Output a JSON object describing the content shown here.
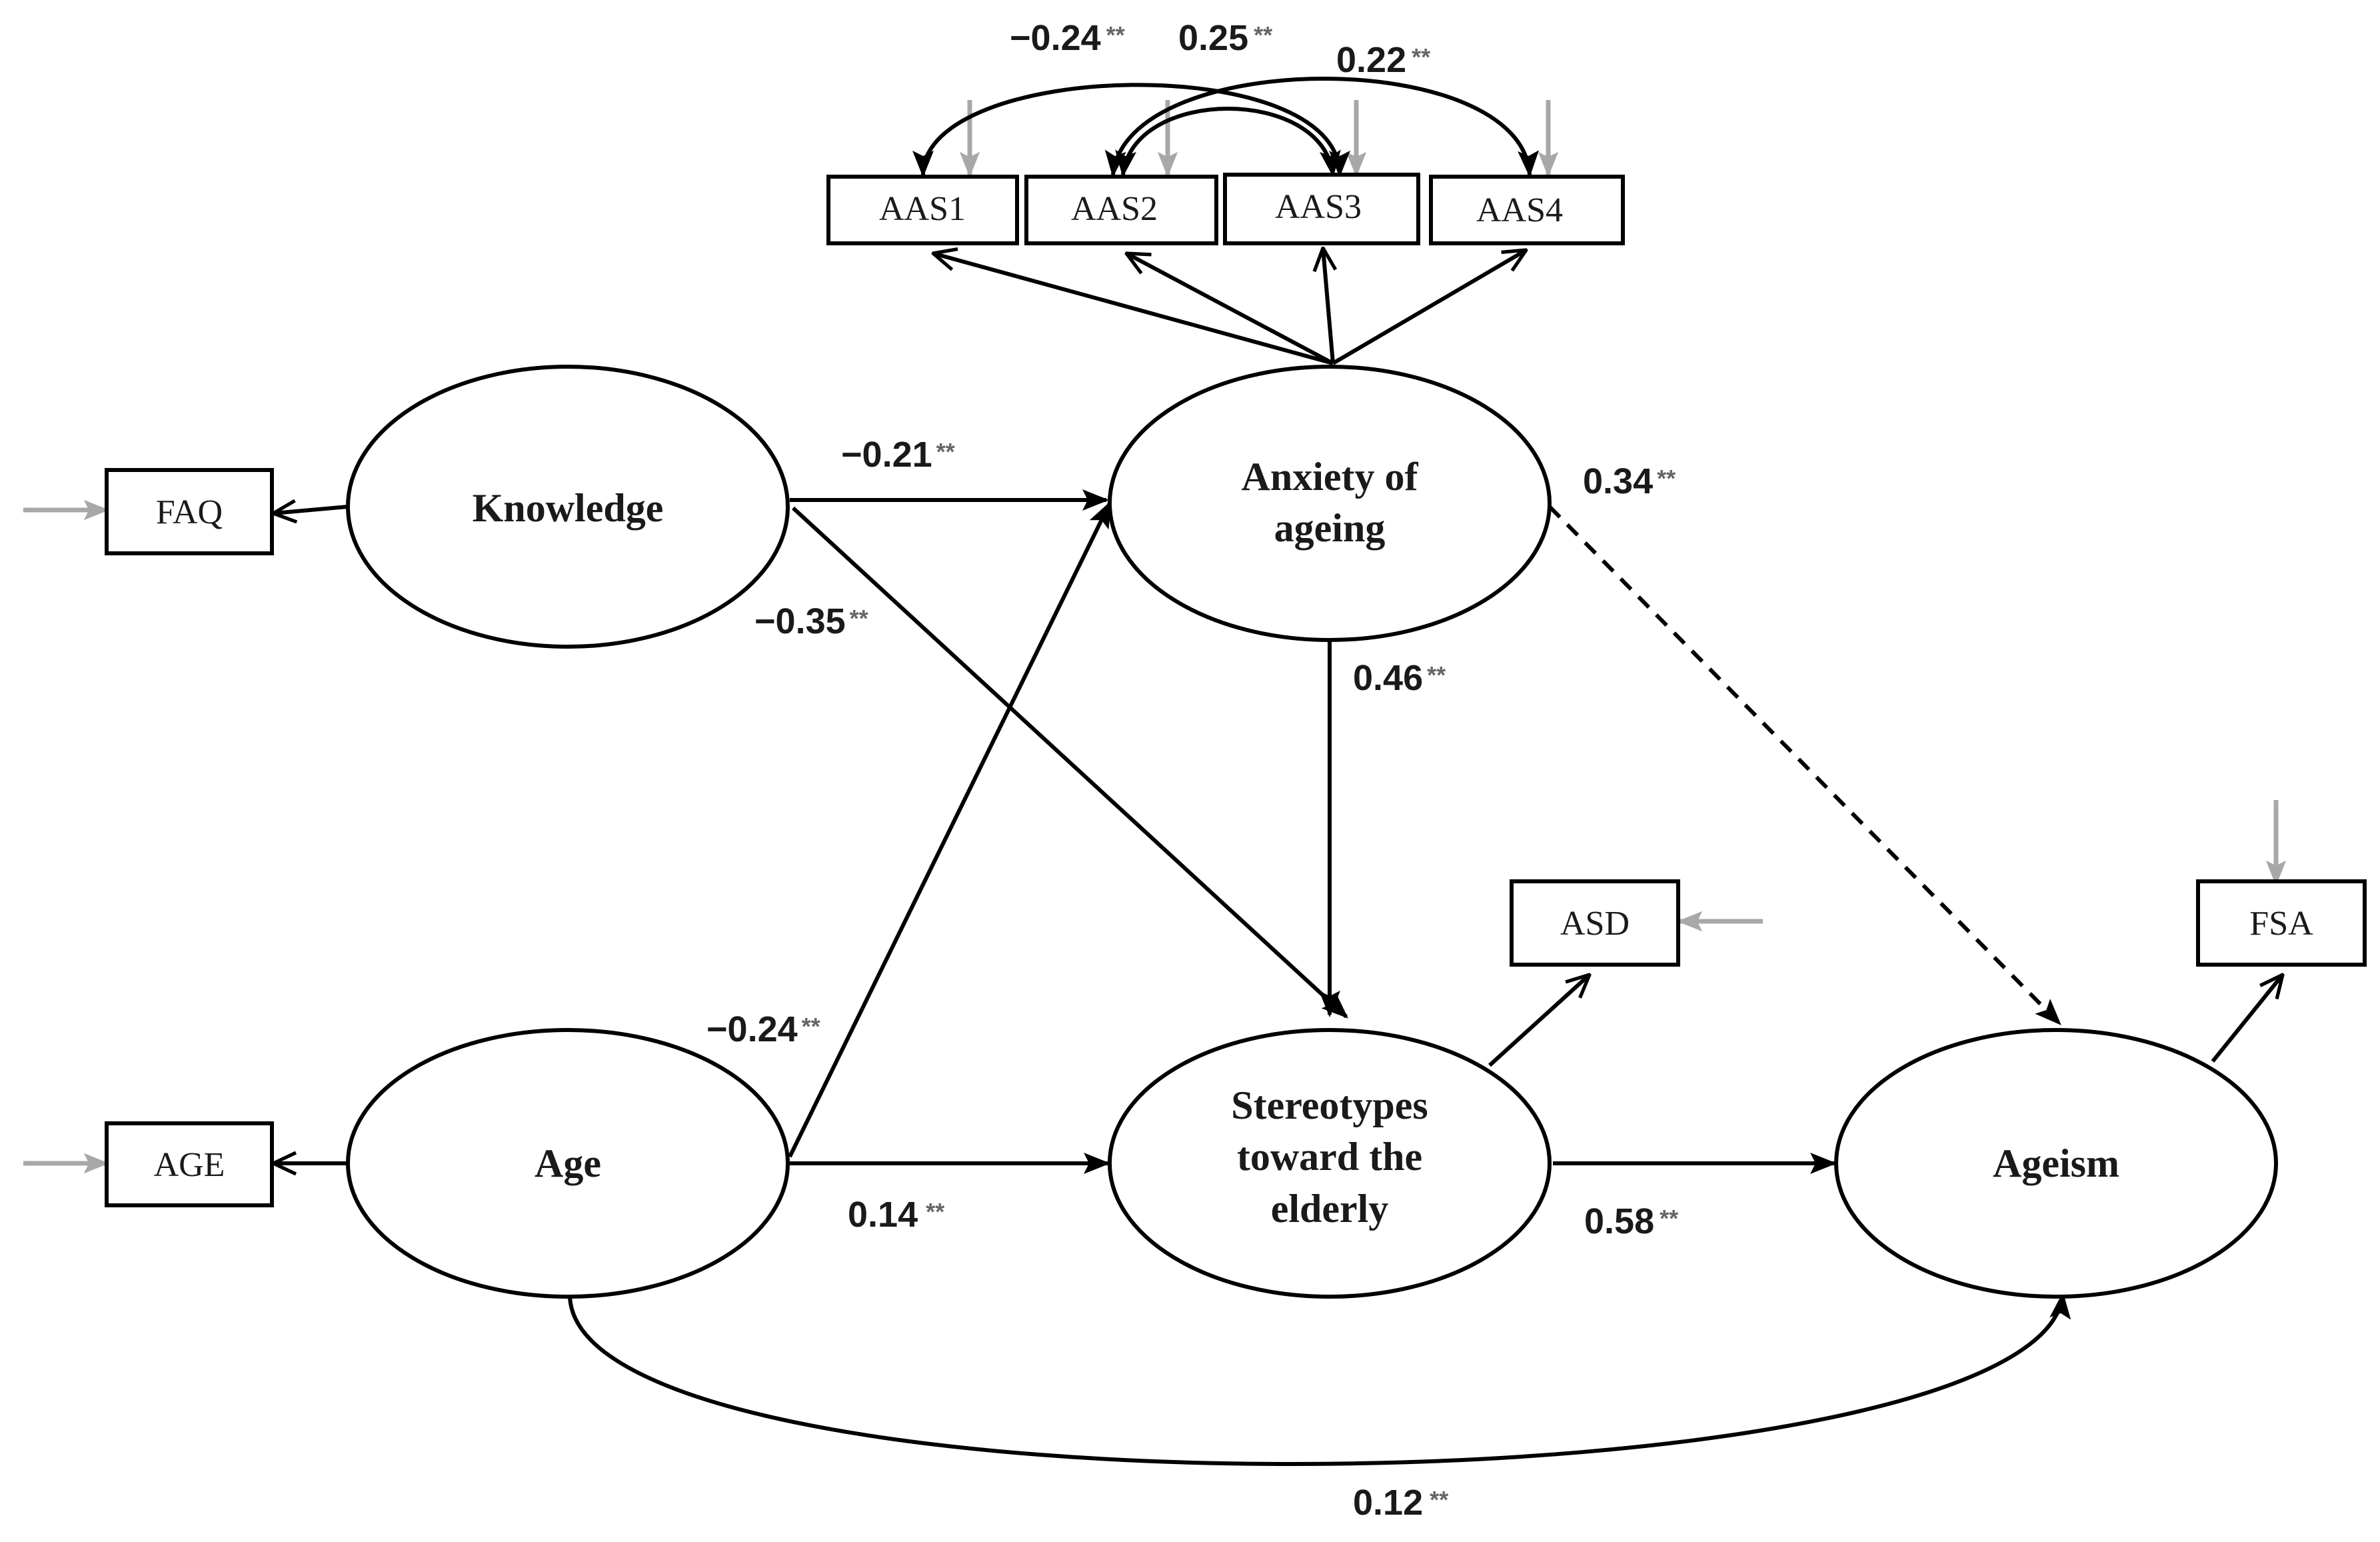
{
  "nodes": {
    "aas1": "AAS1",
    "aas2": "AAS2",
    "aas3": "AAS3",
    "aas4": "AAS4",
    "faq": "FAQ",
    "age_indicator": "AGE",
    "asd": "ASD",
    "fsa": "FSA",
    "knowledge": "Knowledge",
    "anxiety": [
      "Anxiety of",
      "ageing"
    ],
    "age": "Age",
    "stereotypes": [
      "Stereotypes",
      "toward the",
      "elderly"
    ],
    "ageism": "Ageism"
  },
  "coefficients": {
    "aas1_aas3": "−0.24",
    "aas2_aas3": "0.25",
    "aas2_aas4": "0.22",
    "knowledge_anxiety": "−0.21",
    "knowledge_stereotypes": "−0.35",
    "anxiety_ageism": "0.34",
    "anxiety_stereotypes": "0.46",
    "age_anxiety": "−0.24",
    "age_stereotypes": "0.14",
    "stereotypes_ageism": "0.58",
    "age_ageism": "0.12"
  },
  "significance": "**",
  "colors": {
    "line": "#000000",
    "error_arrow": "#a8a8a8",
    "stars": "#666666"
  }
}
